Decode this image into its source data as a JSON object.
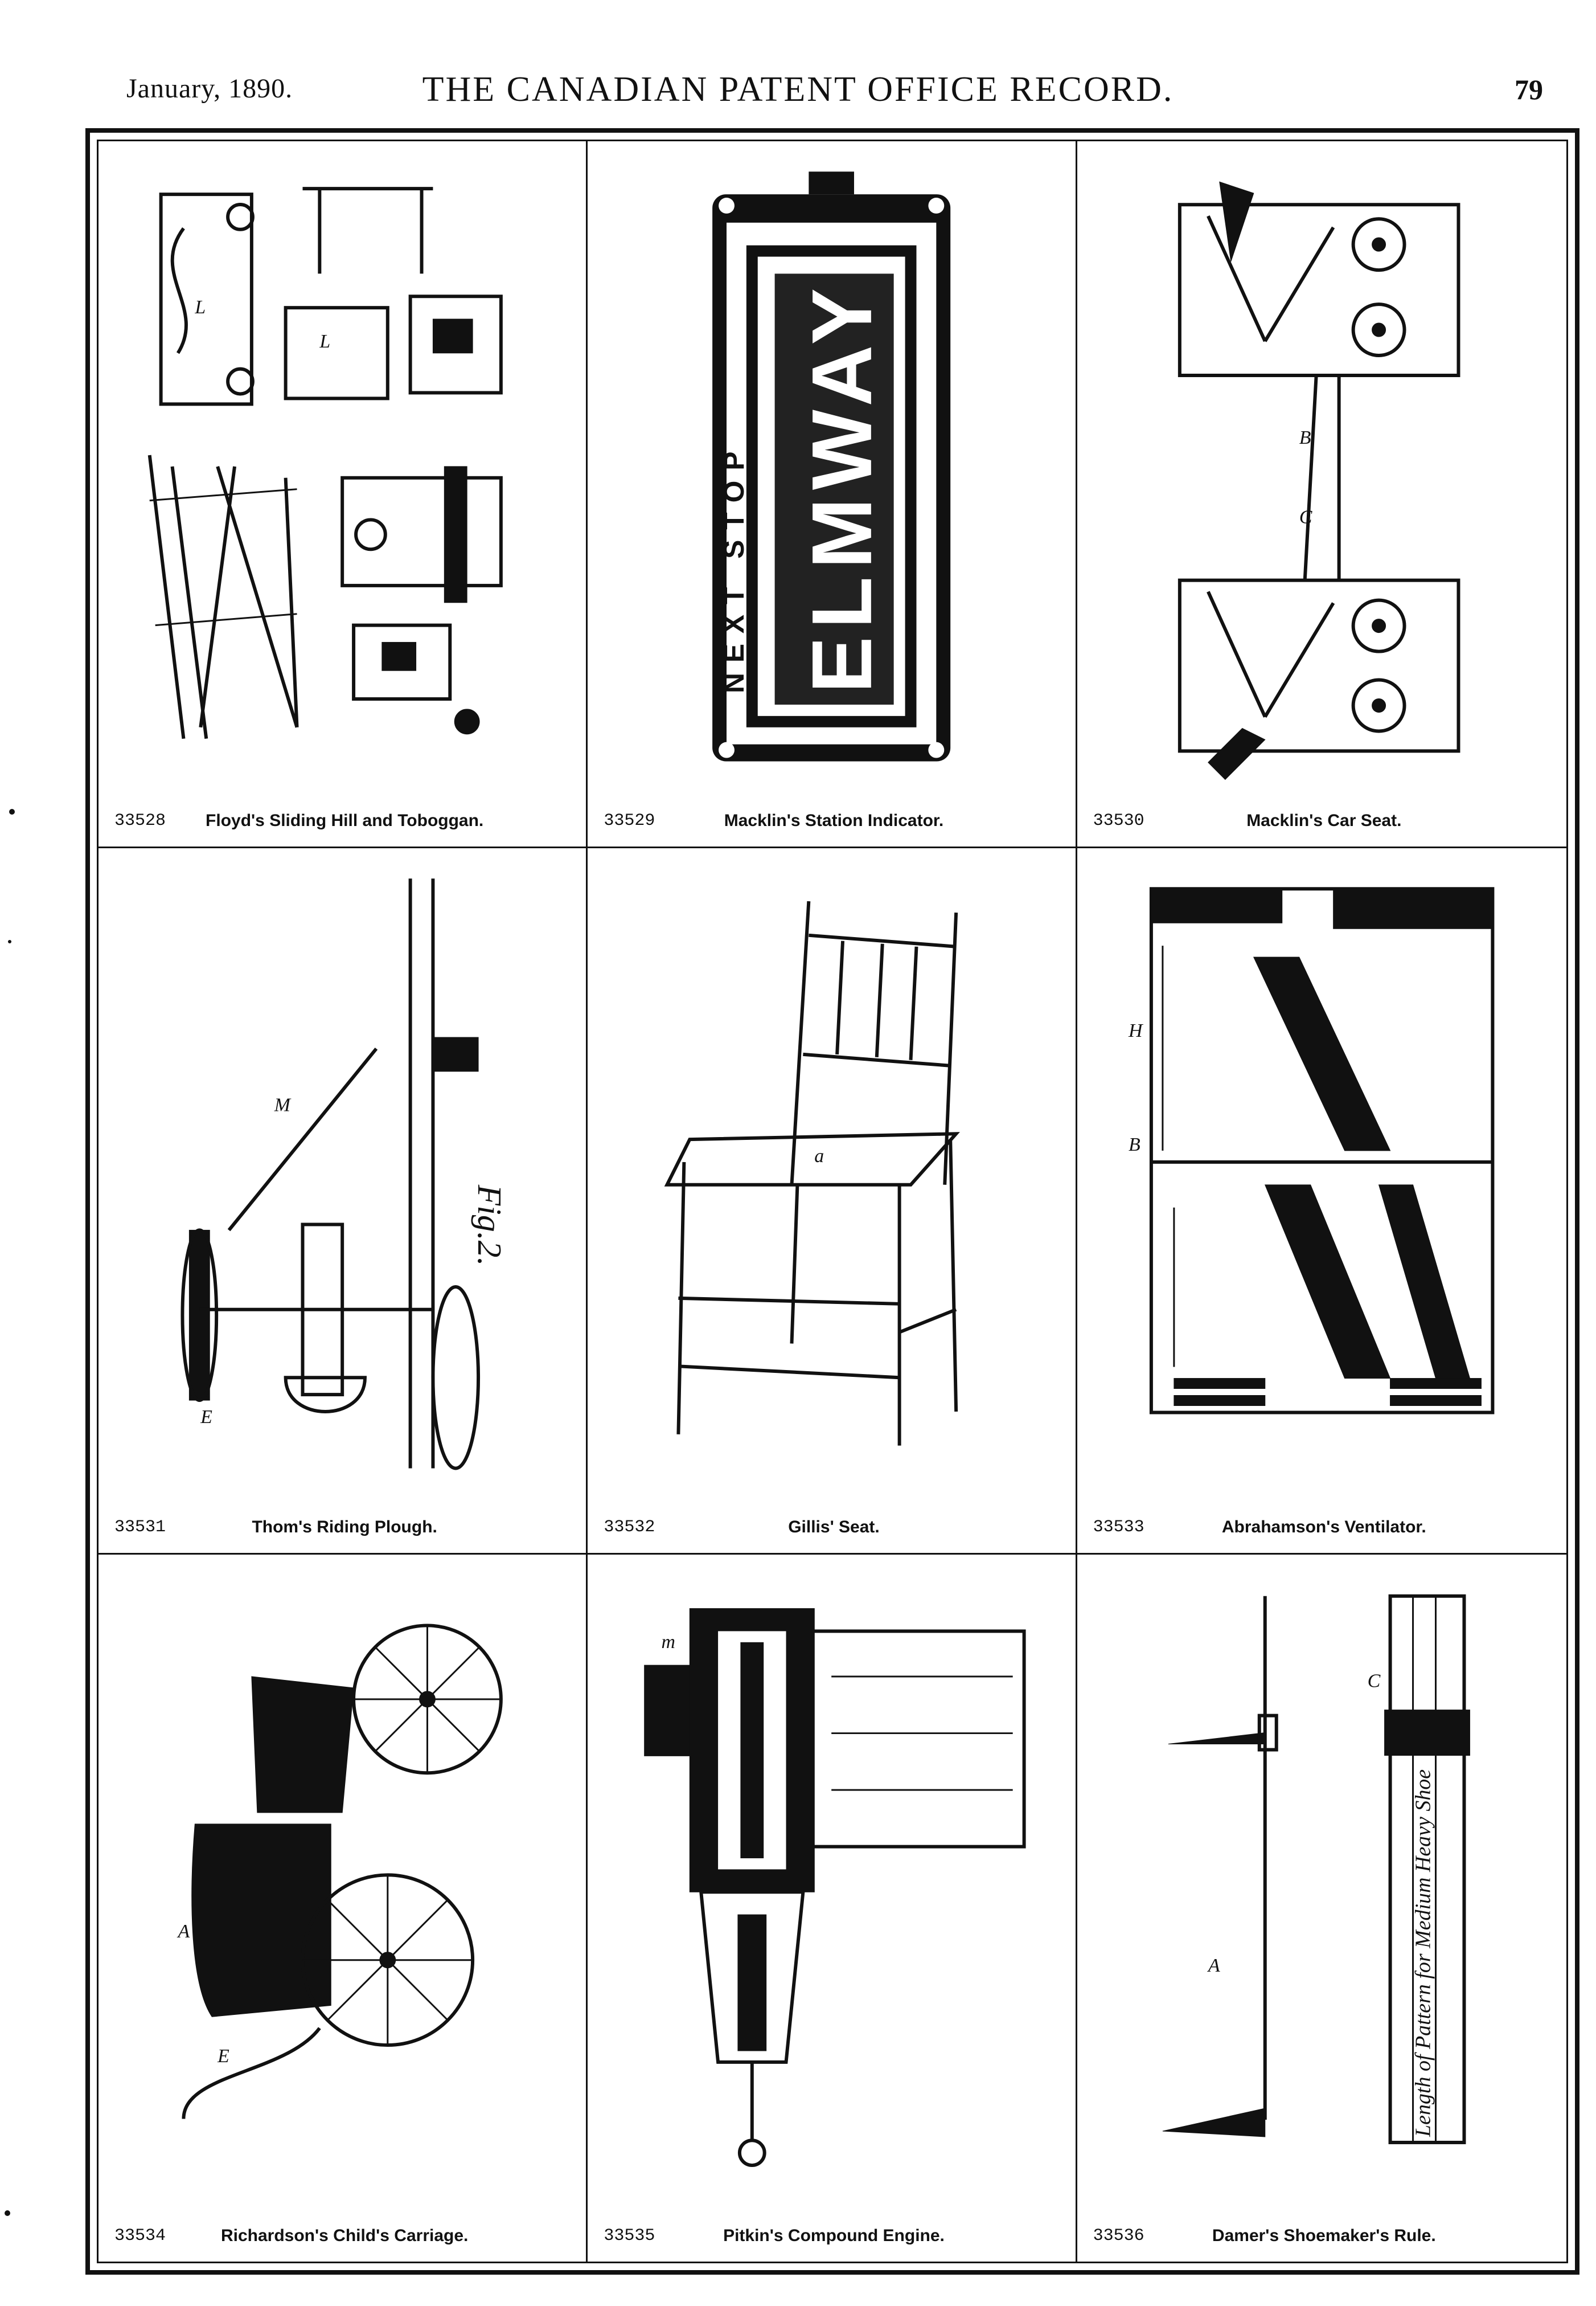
{
  "header": {
    "date": "January, 1890.",
    "title": "THE CANADIAN PATENT OFFICE RECORD.",
    "page_number": "79"
  },
  "figures": [
    {
      "number": "33528",
      "title": "Floyd's Sliding Hill and Toboggan."
    },
    {
      "number": "33529",
      "title": "Macklin's Station Indicator."
    },
    {
      "number": "33530",
      "title": "Macklin's Car Seat."
    },
    {
      "number": "33531",
      "title": "Thom's Riding Plough."
    },
    {
      "number": "33532",
      "title": "Gillis' Seat."
    },
    {
      "number": "33533",
      "title": "Abrahamson's Ventilator."
    },
    {
      "number": "33534",
      "title": "Richardson's Child's Carriage."
    },
    {
      "number": "33535",
      "title": "Pitkin's Compound Engine."
    },
    {
      "number": "33536",
      "title": "Damer's Shoemaker's Rule."
    }
  ],
  "drawing_text": {
    "indicator_sign": "NEXT STOP",
    "indicator_station": "ELMWAY",
    "plough_fig": "Fig.2.",
    "rule_inscription": "Length of Pattern for Medium Heavy Shoe"
  },
  "icons": [
    "sliding-hill-drawing-icon",
    "station-indicator-drawing-icon",
    "car-seat-drawing-icon",
    "riding-plough-drawing-icon",
    "chair-drawing-icon",
    "ventilator-drawing-icon",
    "carriage-drawing-icon",
    "engine-drawing-icon",
    "rule-drawing-icon"
  ]
}
